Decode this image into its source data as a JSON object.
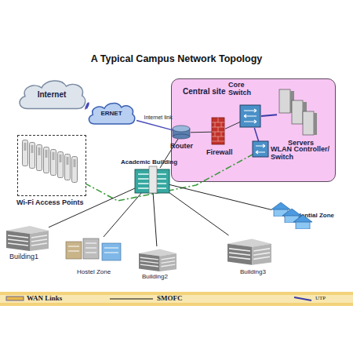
{
  "diagram": {
    "title": "A Typical Campus Network Topology",
    "nodes": [
      {
        "text": [
          "Internet"
        ]
      },
      {
        "text": [
          "ERNET"
        ]
      },
      {
        "text": [
          "Central site"
        ]
      },
      {
        "text": [
          "Router"
        ],
        "in": 2
      },
      {
        "text": [
          "Firewall"
        ],
        "in": 2
      },
      {
        "text": [
          "Core Switch"
        ],
        "in": 2
      },
      {
        "text": [
          "Servers"
        ],
        "in": 2
      },
      {
        "text": [
          "WLAN Controller/ Switch"
        ],
        "in": 2
      },
      {
        "text": [
          "Wi-Fi Access Points"
        ]
      },
      {
        "text": [
          "Academic Building"
        ]
      },
      {
        "text": [
          "Building1"
        ]
      },
      {
        "text": [
          "Hostel Zone"
        ]
      },
      {
        "text": [
          "Building2"
        ]
      },
      {
        "text": [
          "Building3"
        ]
      },
      {
        "text": [
          "Residential Zone"
        ]
      }
    ],
    "edges": [
      {
        "from": 0,
        "to": 1,
        "arrow": "none"
      },
      {
        "from": 1,
        "to": 3,
        "label": "Internet link",
        "arrow": "none"
      },
      {
        "from": 3,
        "to": 4,
        "arrow": "none"
      },
      {
        "from": 4,
        "to": 5,
        "arrow": "none"
      },
      {
        "from": 5,
        "to": 6,
        "arrow": "none"
      },
      {
        "from": 5,
        "to": 7,
        "arrow": "none"
      },
      {
        "from": 3,
        "to": 9,
        "arrow": "none"
      },
      {
        "from": 7,
        "to": 8,
        "arrow": "none"
      },
      {
        "from": 9,
        "to": 10,
        "arrow": "none"
      },
      {
        "from": 9,
        "to": 11,
        "arrow": "none"
      },
      {
        "from": 9,
        "to": 12,
        "arrow": "none"
      },
      {
        "from": 9,
        "to": 13,
        "arrow": "none"
      },
      {
        "from": 9,
        "to": 14,
        "arrow": "none"
      }
    ],
    "legend": [
      {
        "text": "WAN Links"
      },
      {
        "text": "SMOFC"
      },
      {
        "text": "UTP"
      }
    ]
  }
}
